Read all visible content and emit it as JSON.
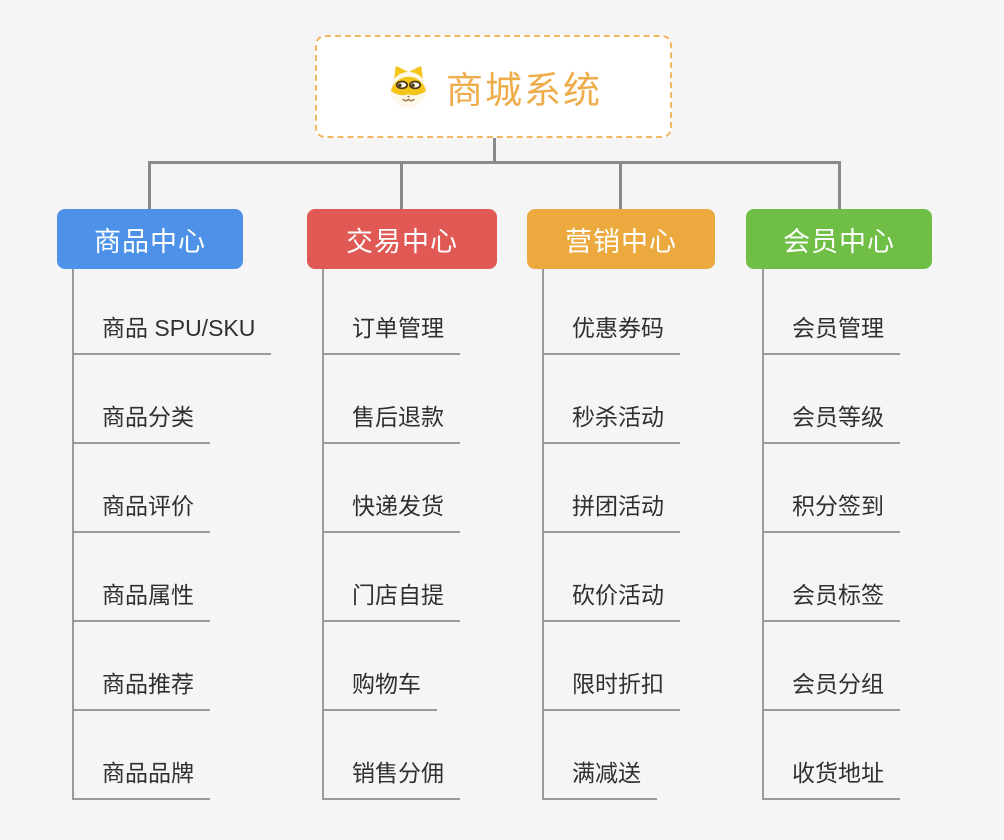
{
  "page": {
    "background_color": "#F5F5F5",
    "connector_color": "#8A8A8A",
    "underline_color": "#9A9A9A"
  },
  "root": {
    "title": "商城系统",
    "icon": "dog-face-icon",
    "text_color": "#EFAC4B",
    "border_color": "#F2B763"
  },
  "branches": [
    {
      "label": "商品中心",
      "color": "#4D92E8",
      "items": [
        "商品 SPU/SKU",
        "商品分类",
        "商品评价",
        "商品属性",
        "商品推荐",
        "商品品牌"
      ]
    },
    {
      "label": "交易中心",
      "color": "#E05955",
      "items": [
        "订单管理",
        "售后退款",
        "快递发货",
        "门店自提",
        "购物车",
        "销售分佣"
      ]
    },
    {
      "label": "营销中心",
      "color": "#EBA93E",
      "items": [
        "优惠券码",
        "秒杀活动",
        "拼团活动",
        "砍价活动",
        "限时折扣",
        "满减送"
      ]
    },
    {
      "label": "会员中心",
      "color": "#6FBE46",
      "items": [
        "会员管理",
        "会员等级",
        "积分签到",
        "会员标签",
        "会员分组",
        "收货地址"
      ]
    }
  ]
}
